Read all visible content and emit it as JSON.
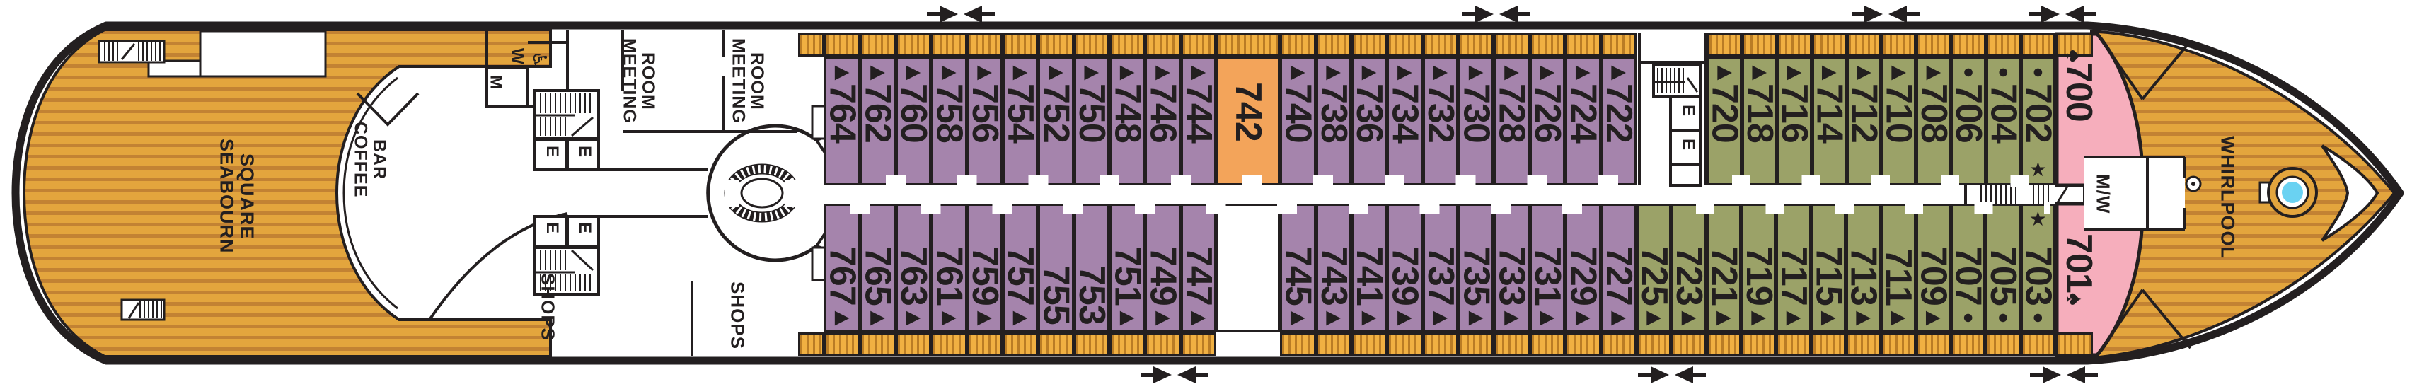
{
  "colors": {
    "outline": "#231F20",
    "deck_wood": "#E3A53D",
    "deck_wood_dark": "#C28233",
    "balcony_gold": "#F0B042",
    "balcony_dark": "#B97C25",
    "cabin_purple": "#A584AC",
    "cabin_olive": "#9BA268",
    "suite_orange": "#F3A45A",
    "suite_pink": "#F6AEBC",
    "water_blue": "#6AD2F2"
  },
  "symbols": {
    "triangle": "▶",
    "circle": "●",
    "star": "★",
    "spade": "♠",
    "wheelchair": "♿"
  },
  "labels": {
    "seabourn_square": "SEABOURN\nSQUARE",
    "coffee_bar": "COFFEE\nBAR",
    "meeting_room": "MEETING\nROOM",
    "shops": "SHOPS",
    "whirlpool": "WHIRLPOOL",
    "womens": "W",
    "mens": "M",
    "mens_womens": "M/W",
    "elevator": "E"
  },
  "cabins": {
    "top_aft": [
      {
        "number": "764",
        "cls": "v",
        "sym": "▶",
        "star": ""
      },
      {
        "number": "762",
        "cls": "v",
        "sym": "▶",
        "star": ""
      },
      {
        "number": "760",
        "cls": "v",
        "sym": "▶",
        "star": ""
      },
      {
        "number": "758",
        "cls": "v",
        "sym": "▶",
        "star": ""
      },
      {
        "number": "756",
        "cls": "v",
        "sym": "▶",
        "star": ""
      },
      {
        "number": "754",
        "cls": "v",
        "sym": "▶",
        "star": ""
      },
      {
        "number": "752",
        "cls": "v",
        "sym": "▶",
        "star": ""
      },
      {
        "number": "750",
        "cls": "v",
        "sym": "▶",
        "star": ""
      },
      {
        "number": "748",
        "cls": "v",
        "sym": "▶",
        "star": ""
      },
      {
        "number": "746",
        "cls": "v",
        "sym": "▶",
        "star": ""
      },
      {
        "number": "744",
        "cls": "v",
        "sym": "▶",
        "star": ""
      },
      {
        "number": "742",
        "cls": "s",
        "sym": "",
        "star": ""
      },
      {
        "number": "740",
        "cls": "v",
        "sym": "▶",
        "star": ""
      },
      {
        "number": "738",
        "cls": "v",
        "sym": "▶",
        "star": ""
      },
      {
        "number": "736",
        "cls": "v",
        "sym": "▶",
        "star": ""
      },
      {
        "number": "734",
        "cls": "v",
        "sym": "▶",
        "star": ""
      },
      {
        "number": "732",
        "cls": "v",
        "sym": "▶",
        "star": ""
      },
      {
        "number": "730",
        "cls": "v",
        "sym": "▶",
        "star": ""
      },
      {
        "number": "728",
        "cls": "v",
        "sym": "▶",
        "star": ""
      },
      {
        "number": "726",
        "cls": "v",
        "sym": "▶",
        "star": ""
      },
      {
        "number": "724",
        "cls": "v",
        "sym": "▶",
        "star": ""
      },
      {
        "number": "722",
        "cls": "v",
        "sym": "▶",
        "star": ""
      }
    ],
    "top_fwd": [
      {
        "number": "720",
        "cls": "o",
        "sym": "▶",
        "star": ""
      },
      {
        "number": "718",
        "cls": "o",
        "sym": "▶",
        "star": ""
      },
      {
        "number": "716",
        "cls": "o",
        "sym": "▶",
        "star": ""
      },
      {
        "number": "714",
        "cls": "o",
        "sym": "▶",
        "star": ""
      },
      {
        "number": "712",
        "cls": "o",
        "sym": "▶",
        "star": ""
      },
      {
        "number": "710",
        "cls": "o",
        "sym": "▶",
        "star": ""
      },
      {
        "number": "708",
        "cls": "o",
        "sym": "▶",
        "star": ""
      },
      {
        "number": "706",
        "cls": "o",
        "sym": "●",
        "star": ""
      },
      {
        "number": "704",
        "cls": "o",
        "sym": "●",
        "star": ""
      },
      {
        "number": "702",
        "cls": "o",
        "sym": "●",
        "star": "★"
      }
    ],
    "bottom_aft": [
      {
        "number": "767",
        "cls": "v",
        "sym": "▶",
        "star": ""
      },
      {
        "number": "765",
        "cls": "v",
        "sym": "▶",
        "star": ""
      },
      {
        "number": "763",
        "cls": "v",
        "sym": "▶",
        "star": ""
      },
      {
        "number": "761",
        "cls": "v",
        "sym": "▶",
        "star": ""
      },
      {
        "number": "759",
        "cls": "v",
        "sym": "▶",
        "star": ""
      },
      {
        "number": "757",
        "cls": "v",
        "sym": "▶",
        "star": ""
      },
      {
        "number": "755",
        "cls": "v",
        "sym": "",
        "star": ""
      },
      {
        "number": "753",
        "cls": "v",
        "sym": "",
        "star": ""
      },
      {
        "number": "751",
        "cls": "v",
        "sym": "▶",
        "star": ""
      },
      {
        "number": "749",
        "cls": "v",
        "sym": "▶",
        "star": ""
      },
      {
        "number": "747",
        "cls": "v",
        "sym": "▶",
        "star": ""
      },
      {
        "number": "",
        "cls": "x",
        "sym": "",
        "star": ""
      },
      {
        "number": "745",
        "cls": "v",
        "sym": "▶",
        "star": ""
      },
      {
        "number": "743",
        "cls": "v",
        "sym": "▶",
        "star": ""
      },
      {
        "number": "741",
        "cls": "v",
        "sym": "▶",
        "star": ""
      },
      {
        "number": "739",
        "cls": "v",
        "sym": "▶",
        "star": ""
      },
      {
        "number": "737",
        "cls": "v",
        "sym": "▶",
        "star": ""
      },
      {
        "number": "735",
        "cls": "v",
        "sym": "▶",
        "star": ""
      },
      {
        "number": "733",
        "cls": "v",
        "sym": "▶",
        "star": ""
      },
      {
        "number": "731",
        "cls": "v",
        "sym": "▶",
        "star": ""
      },
      {
        "number": "729",
        "cls": "v",
        "sym": "▶",
        "star": ""
      },
      {
        "number": "727",
        "cls": "v",
        "sym": "▶",
        "star": ""
      }
    ],
    "bottom_fwd": [
      {
        "number": "725",
        "cls": "o",
        "sym": "▶",
        "star": ""
      },
      {
        "number": "723",
        "cls": "o",
        "sym": "▶",
        "star": ""
      },
      {
        "number": "721",
        "cls": "o",
        "sym": "▶",
        "star": ""
      },
      {
        "number": "719",
        "cls": "o",
        "sym": "▶",
        "star": ""
      },
      {
        "number": "717",
        "cls": "o",
        "sym": "▶",
        "star": ""
      },
      {
        "number": "715",
        "cls": "o",
        "sym": "▶",
        "star": ""
      },
      {
        "number": "713",
        "cls": "o",
        "sym": "▶",
        "star": ""
      },
      {
        "number": "711",
        "cls": "o",
        "sym": "▶",
        "star": ""
      },
      {
        "number": "709",
        "cls": "o",
        "sym": "▶",
        "star": ""
      },
      {
        "number": "707",
        "cls": "o",
        "sym": "●",
        "star": ""
      },
      {
        "number": "705",
        "cls": "o",
        "sym": "●",
        "star": ""
      },
      {
        "number": "703",
        "cls": "o",
        "sym": "●",
        "star": "★"
      }
    ]
  },
  "suites": {
    "fwd_top": {
      "number": "700",
      "symbol": "♠"
    },
    "fwd_bottom": {
      "number": "701",
      "symbol": "♠"
    }
  }
}
